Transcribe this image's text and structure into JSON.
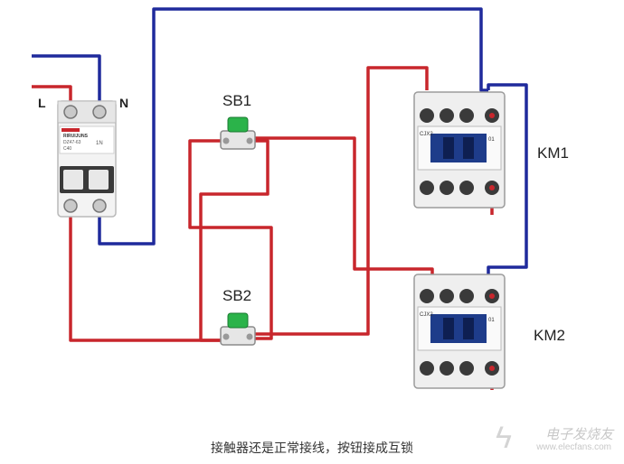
{
  "terminals": {
    "live": "L",
    "neutral": "N"
  },
  "buttons": {
    "sb1": "SB1",
    "sb2": "SB2"
  },
  "contactors": {
    "km1": "KM1",
    "km2": "KM2"
  },
  "breaker": {
    "brand": "RIRUIJUNS",
    "model": "DZ47-63",
    "rating": "C40",
    "side_mark": "1N"
  },
  "contactor_face": {
    "model": "CJX2",
    "code": "01"
  },
  "caption": "接触器还是正常接线，按钮接成互锁",
  "watermark": {
    "icon": "lightning-icon",
    "name": "电子发烧友",
    "url": "www.elecfans.com"
  },
  "colors": {
    "neutral_wire": "#1f2a9c",
    "live_wire": "#c8262c",
    "button_green": "#2bb34a",
    "contactor_blue": "#1e3c8a"
  }
}
